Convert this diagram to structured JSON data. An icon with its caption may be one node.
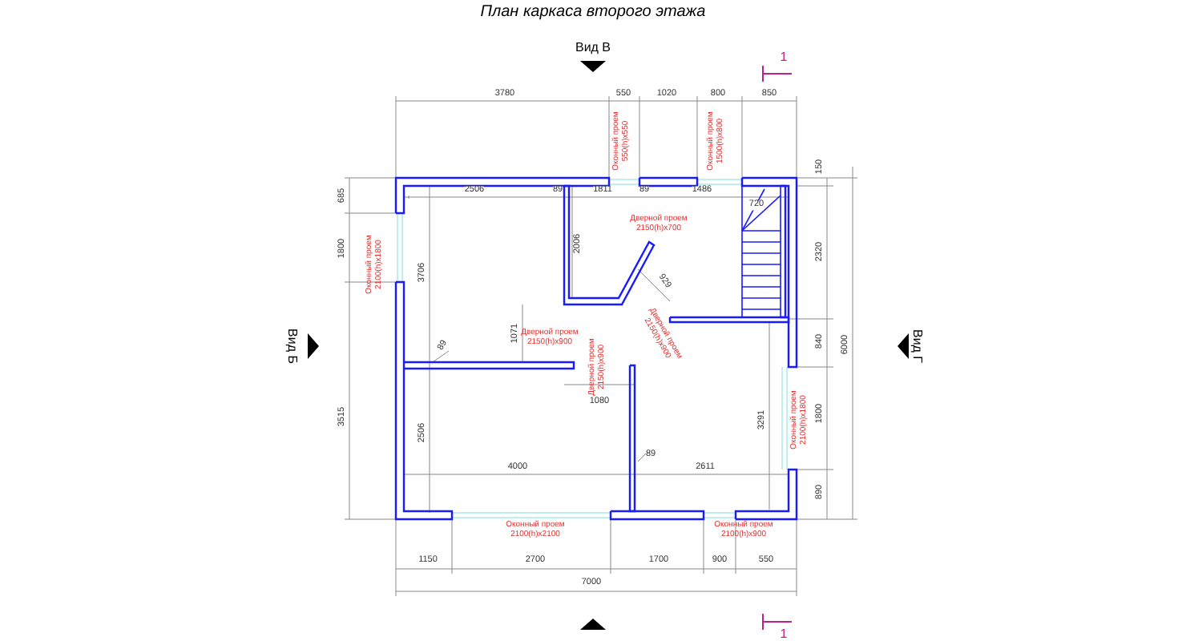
{
  "diagram": {
    "title": "План каркаса второго этажа",
    "labels": [
      "Вид В",
      "1",
      "3780",
      "550",
      "1020",
      "800",
      "850",
      "Оконный проем 550(h)x550",
      "Оконный проем 1500(h)x800",
      "150",
      "685",
      "2506",
      "89",
      "1811",
      "89",
      "1486",
      "720",
      "Дверной проем 2150(h)x700",
      "1800",
      "Оконный проем 2100(h)x1800",
      "3706",
      "2006",
      "2320",
      "929",
      "Вид Б",
      "89",
      "1071",
      "Дверной проем 2150(h)x900",
      "Дверной проем 2150(h)x900",
      "840",
      "6000",
      "Вид Г",
      "Дверной проем 2150(h)x900",
      "1080",
      "3515",
      "2506",
      "3291",
      "Оконный проем 2100(h)x1800",
      "1800",
      "4000",
      "89",
      "2611",
      "890",
      "Оконный проем 2100(h)x2100",
      "Оконный проем 2100(h)x900",
      "1150",
      "2700",
      "1700",
      "900",
      "550",
      "7000",
      "1"
    ]
  }
}
